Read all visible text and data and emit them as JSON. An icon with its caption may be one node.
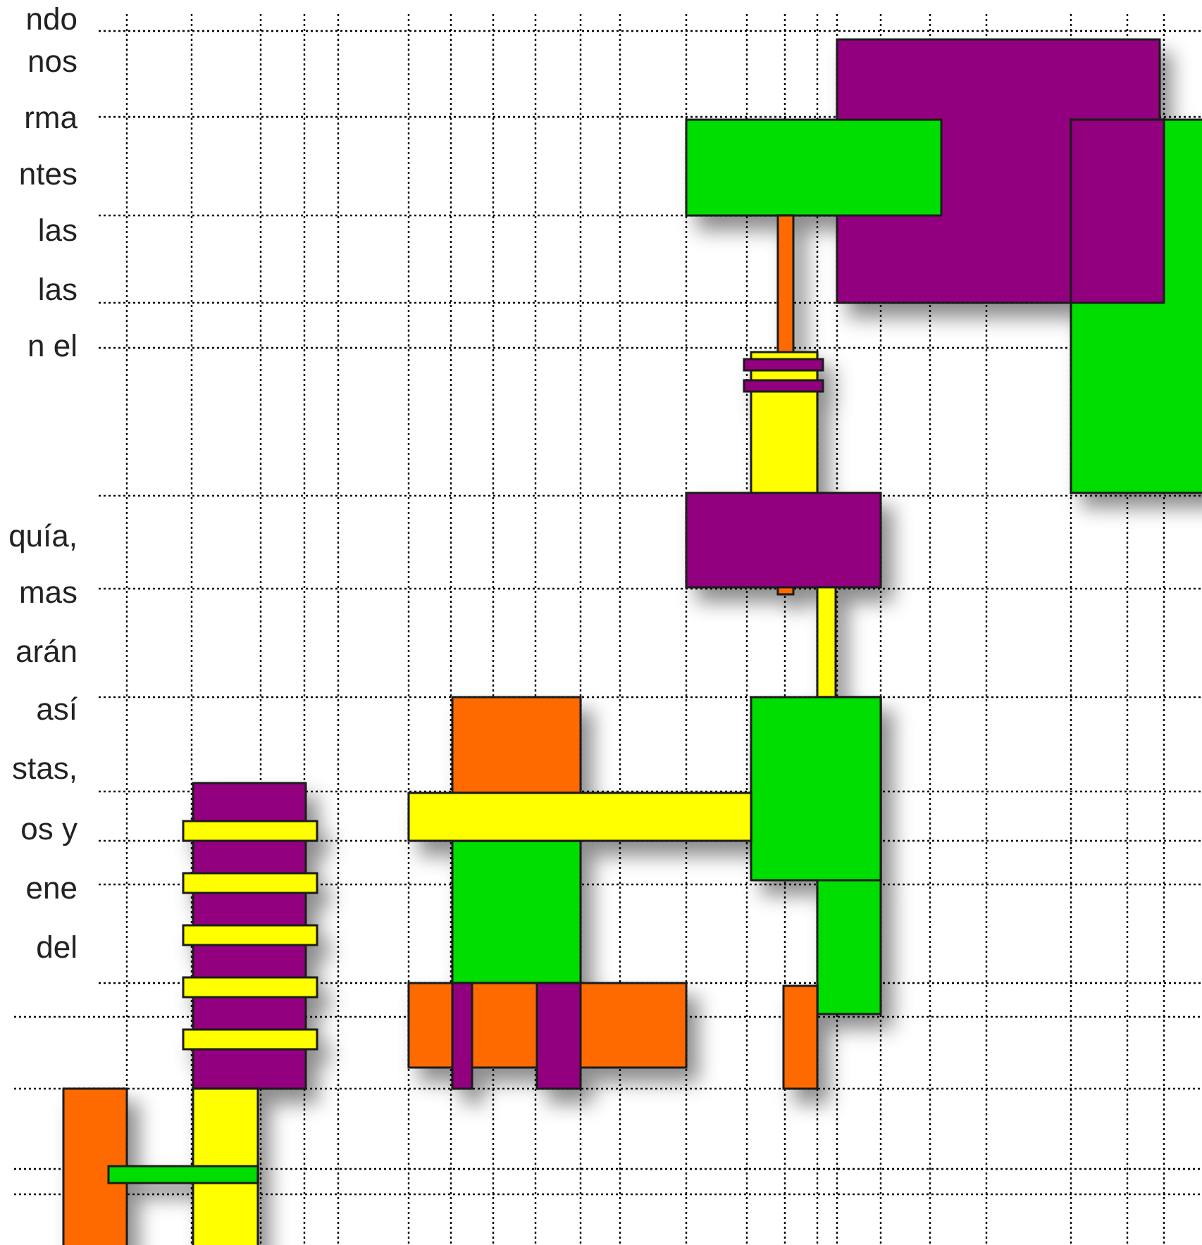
{
  "diagram": {
    "labels": [
      "ndo",
      "nos",
      "rma",
      "ntes",
      "las",
      "las",
      "n el",
      "quía,",
      "mas",
      "arán",
      "así",
      "stas,",
      "os y",
      "ene",
      "del"
    ]
  }
}
